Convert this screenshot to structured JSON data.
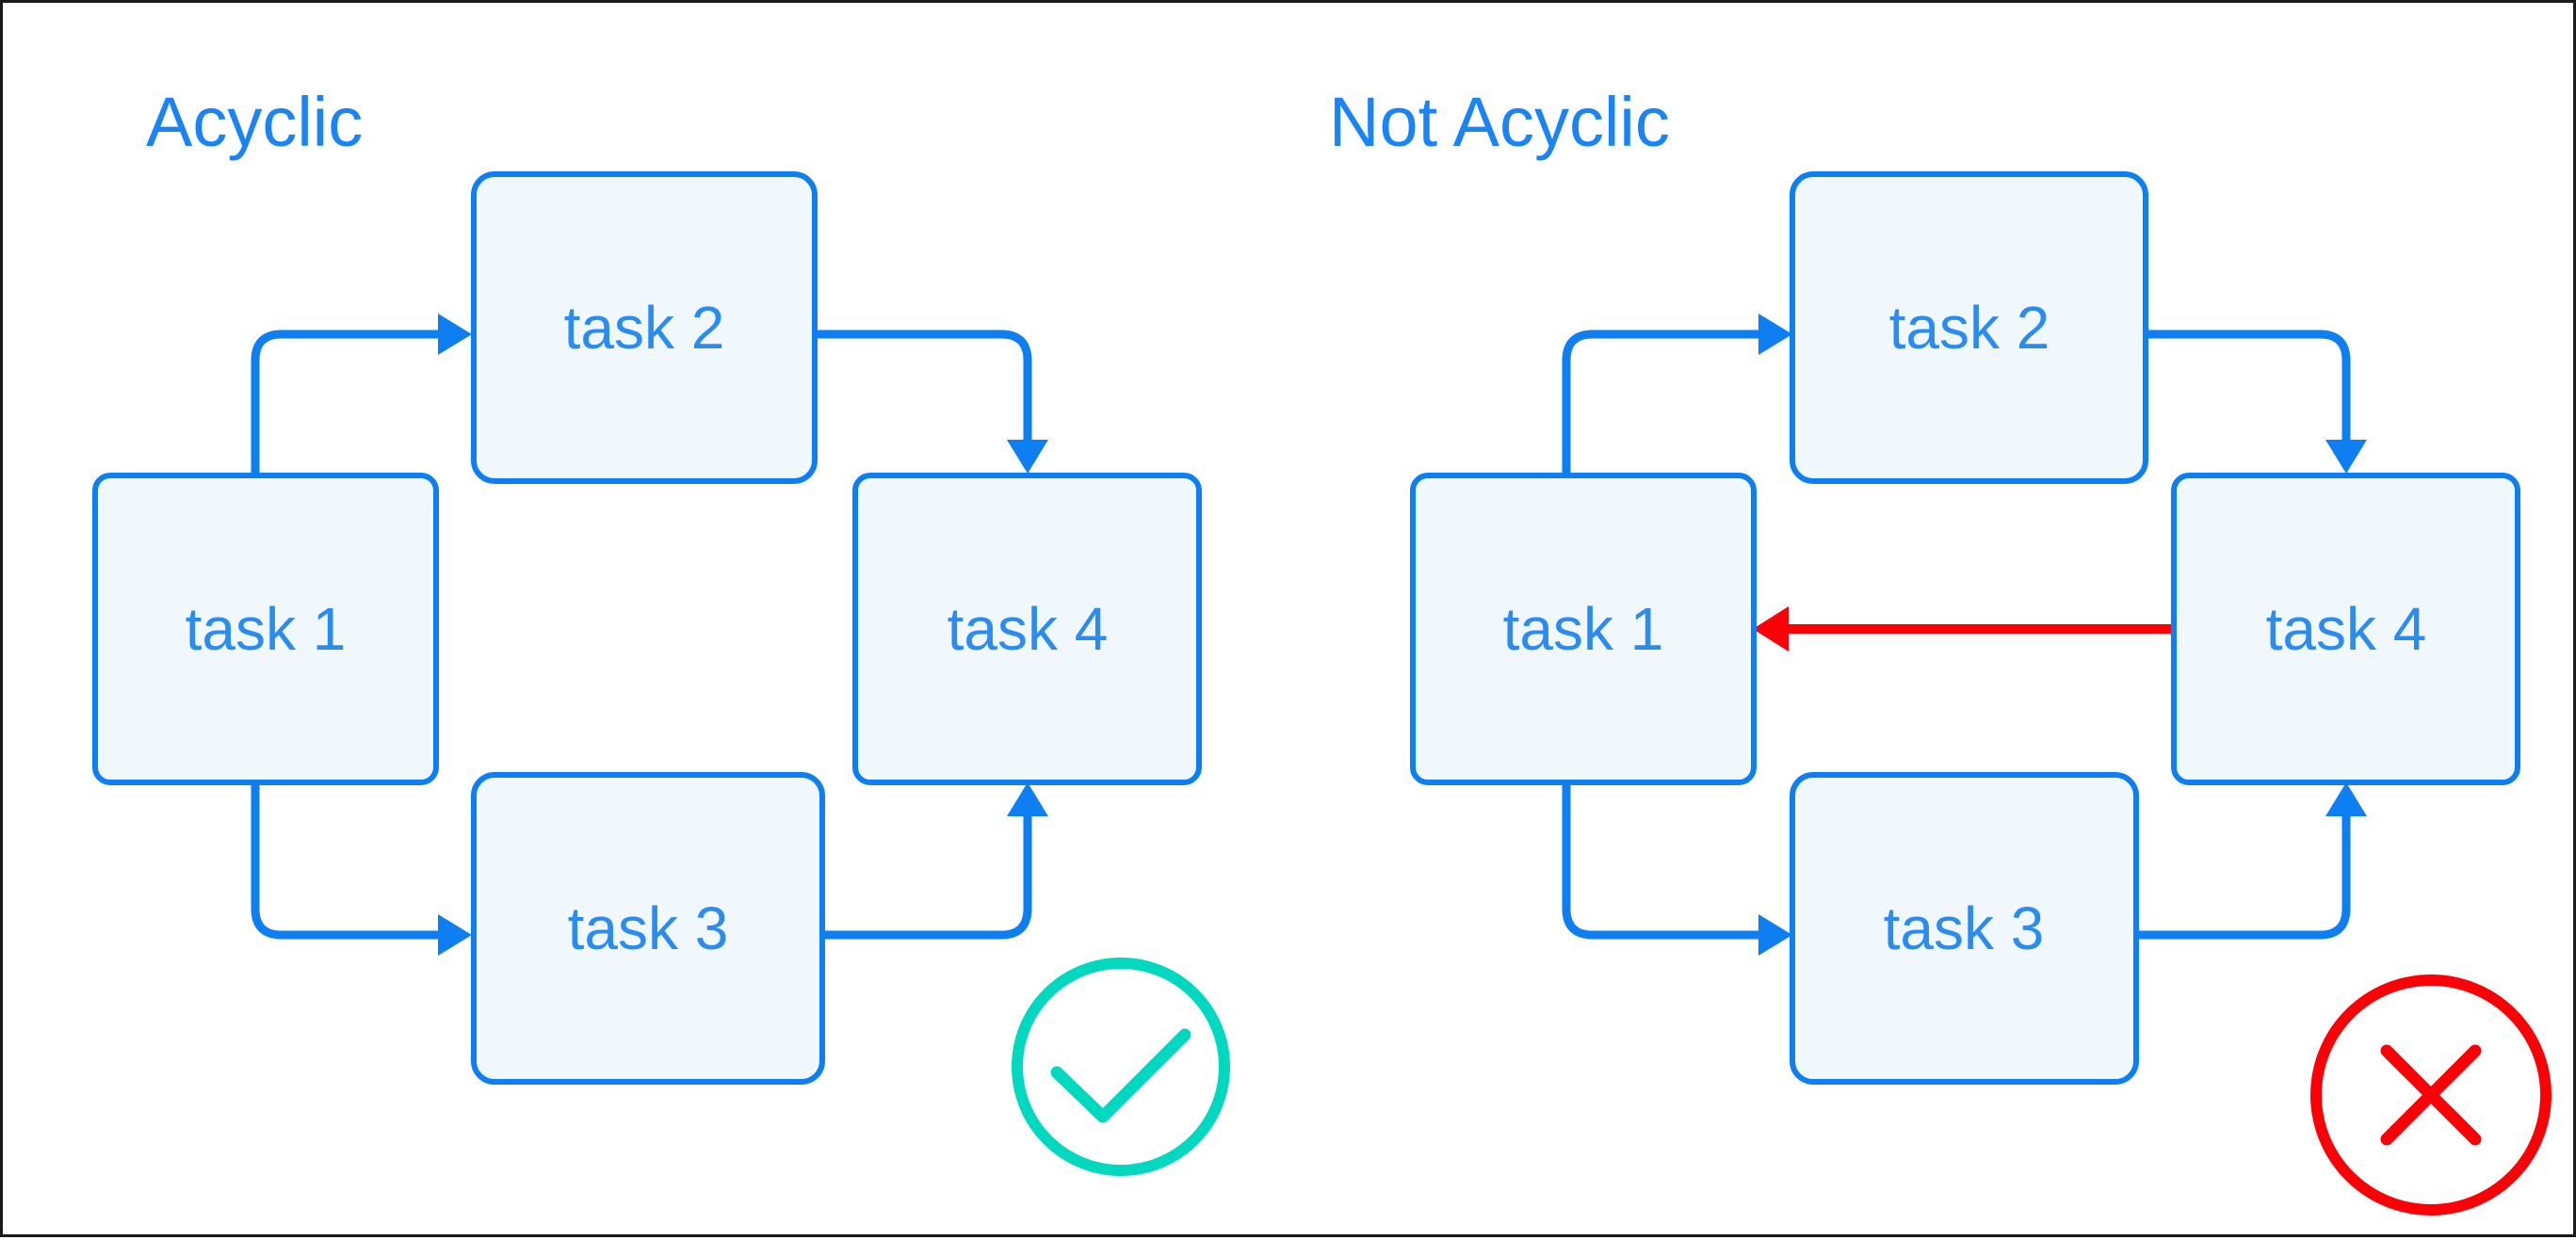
{
  "figure": {
    "background": "#ffffff",
    "border_color": "#1a1a1a",
    "node_fill": "#f0f8fd",
    "node_stroke": "#0d7ff2",
    "label_color": "#2a8cf0",
    "title_color": "#1a84f5",
    "edge_color": "#0d7ff2",
    "cycle_edge_color": "#fb0007",
    "ok_badge_color": "#00d9bf",
    "bad_badge_color": "#fb0007"
  },
  "panels": [
    {
      "id": "acyclic",
      "title": "Acyclic",
      "badge": "check-circle",
      "nodes": [
        {
          "id": "t1",
          "label": "task 1"
        },
        {
          "id": "t2",
          "label": "task 2"
        },
        {
          "id": "t3",
          "label": "task 3"
        },
        {
          "id": "t4",
          "label": "task 4"
        }
      ],
      "edges": [
        {
          "from": "task 1",
          "to": "task 2",
          "color": "#0d7ff2"
        },
        {
          "from": "task 1",
          "to": "task 3",
          "color": "#0d7ff2"
        },
        {
          "from": "task 2",
          "to": "task 4",
          "color": "#0d7ff2"
        },
        {
          "from": "task 3",
          "to": "task 4",
          "color": "#0d7ff2"
        }
      ]
    },
    {
      "id": "not-acyclic",
      "title": "Not Acyclic",
      "badge": "x-circle",
      "nodes": [
        {
          "id": "t1",
          "label": "task 1"
        },
        {
          "id": "t2",
          "label": "task 2"
        },
        {
          "id": "t3",
          "label": "task 3"
        },
        {
          "id": "t4",
          "label": "task 4"
        }
      ],
      "edges": [
        {
          "from": "task 1",
          "to": "task 2",
          "color": "#0d7ff2"
        },
        {
          "from": "task 1",
          "to": "task 3",
          "color": "#0d7ff2"
        },
        {
          "from": "task 2",
          "to": "task 4",
          "color": "#0d7ff2"
        },
        {
          "from": "task 3",
          "to": "task 4",
          "color": "#0d7ff2"
        },
        {
          "from": "task 4",
          "to": "task 1",
          "color": "#fb0007"
        }
      ]
    }
  ]
}
